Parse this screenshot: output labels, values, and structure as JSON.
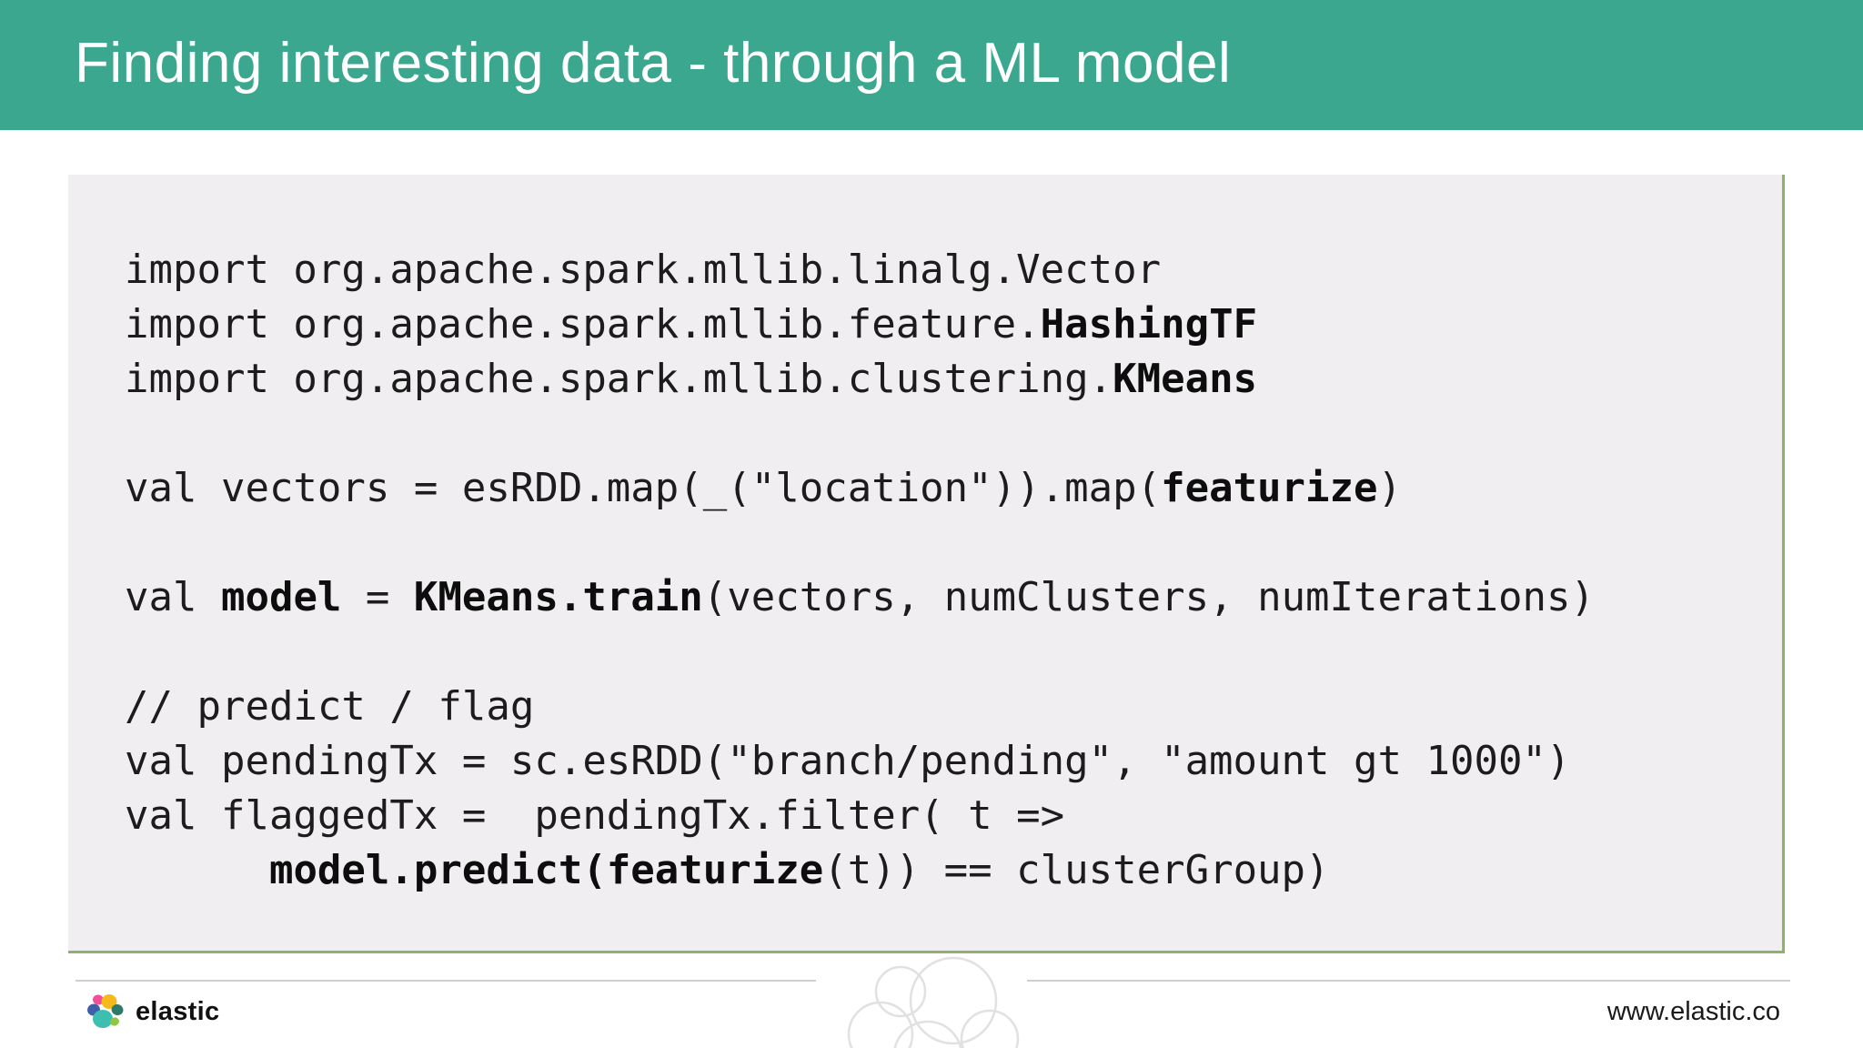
{
  "header": {
    "title": "Finding interesting data - through a ML model",
    "bg_color": "#3aa78e",
    "text_color": "#ffffff"
  },
  "code_panel": {
    "bg_color": "#f0eef0",
    "border_color": "#8cb464",
    "text_color": "#1c1c1c",
    "language": "scala",
    "lines": [
      {
        "segments": [
          {
            "text": "import org.apache.spark.mllib.linalg.Vector",
            "bold": false
          }
        ]
      },
      {
        "segments": [
          {
            "text": "import org.apache.spark.mllib.feature.",
            "bold": false
          },
          {
            "text": "HashingTF",
            "bold": true
          }
        ]
      },
      {
        "segments": [
          {
            "text": "import org.apache.spark.mllib.clustering.",
            "bold": false
          },
          {
            "text": "KMeans",
            "bold": true
          }
        ]
      },
      {
        "segments": []
      },
      {
        "segments": [
          {
            "text": "val vectors = esRDD.map(_(\"location\")).map(",
            "bold": false
          },
          {
            "text": "featurize",
            "bold": true
          },
          {
            "text": ")",
            "bold": false
          }
        ]
      },
      {
        "segments": []
      },
      {
        "segments": [
          {
            "text": "val ",
            "bold": false
          },
          {
            "text": "model",
            "bold": true
          },
          {
            "text": " = ",
            "bold": false
          },
          {
            "text": "KMeans.train",
            "bold": true
          },
          {
            "text": "(vectors, numClusters, numIterations)",
            "bold": false
          }
        ]
      },
      {
        "segments": []
      },
      {
        "segments": [
          {
            "text": "// predict / flag",
            "bold": false
          }
        ]
      },
      {
        "segments": [
          {
            "text": "val pendingTx = sc.esRDD(\"branch/pending\", \"amount gt 1000\")",
            "bold": false
          }
        ]
      },
      {
        "segments": [
          {
            "text": "val flaggedTx =  pendingTx.filter( t =>",
            "bold": false
          }
        ]
      },
      {
        "segments": [
          {
            "text": "      ",
            "bold": false
          },
          {
            "text": "model.predict(featurize",
            "bold": true
          },
          {
            "text": "(t)) == clusterGroup)",
            "bold": false
          }
        ]
      }
    ]
  },
  "footer": {
    "brand": "elastic",
    "website": "www.elastic.co",
    "divider_color": "#cfcfcf",
    "watermark_color": "#e2e0e1",
    "logo": {
      "colors": {
        "pink": "#f04e98",
        "yellow": "#f6b918",
        "blue": "#3e5fa8",
        "teal": "#3ebeb0",
        "dark_green": "#2d7a68",
        "light_green": "#91c73e"
      }
    }
  }
}
